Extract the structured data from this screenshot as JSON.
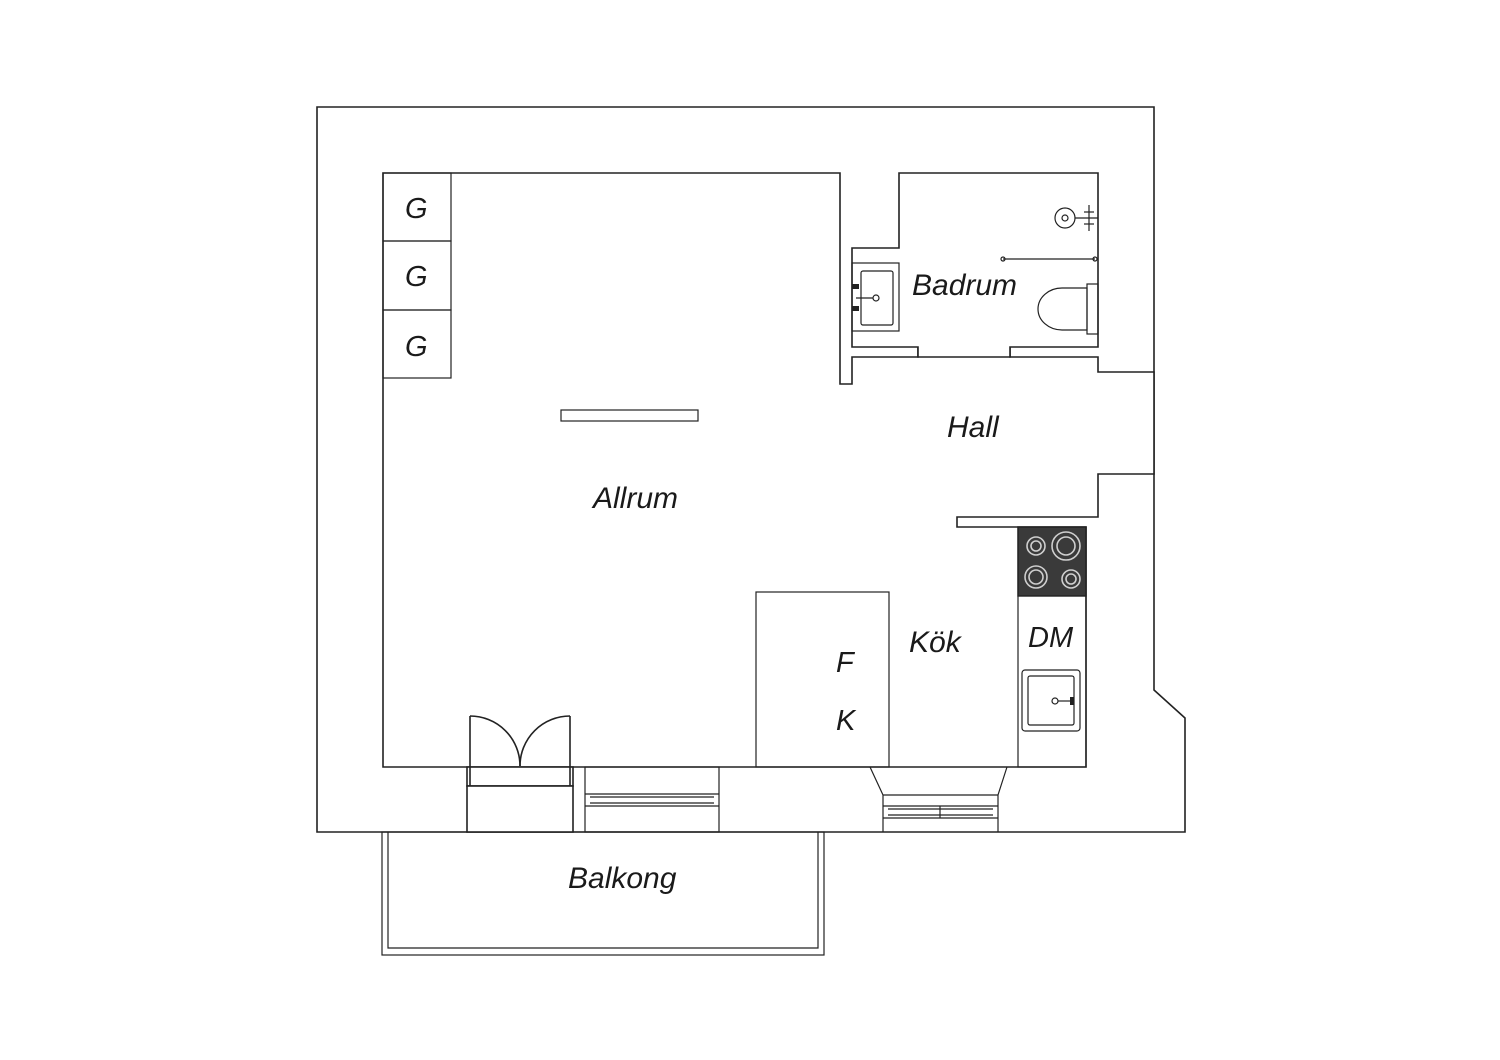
{
  "rooms": {
    "allrum": "Allrum",
    "badrum": "Badrum",
    "hall": "Hall",
    "kok": "Kök",
    "balkong": "Balkong"
  },
  "fixtures": {
    "wardrobe_1": "G",
    "wardrobe_2": "G",
    "wardrobe_3": "G",
    "fridge": "F",
    "freezer": "K",
    "dishwasher": "DM"
  },
  "colors": {
    "line": "#222222",
    "stove_fill": "#3a3a3a",
    "background": "#ffffff"
  }
}
